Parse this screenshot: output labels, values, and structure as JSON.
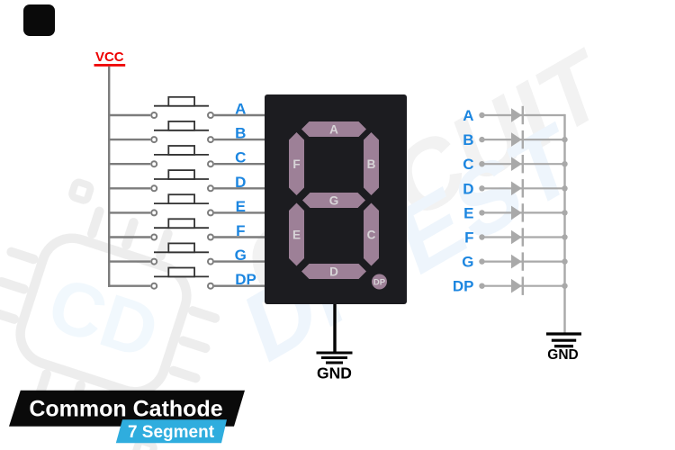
{
  "power": {
    "vcc_label": "VCC",
    "gnd_display_label": "GND",
    "gnd_led_label": "GND"
  },
  "pins": [
    "A",
    "B",
    "C",
    "D",
    "E",
    "F",
    "G",
    "DP"
  ],
  "display": {
    "segments": [
      "A",
      "B",
      "C",
      "D",
      "E",
      "F",
      "G"
    ],
    "decimal_point": "DP"
  },
  "banner": {
    "title": "Common Cathode",
    "subtitle": "7 Segment"
  },
  "watermark": {
    "word_top": "CIRCUIT",
    "word_bottom": "DIGEST",
    "monogram": "CD"
  },
  "colors": {
    "wire_left": "#7c7c7c",
    "wire_right": "#a9a9a9",
    "switch_outline": "#333333",
    "pin_label_blue": "#1c86e0",
    "vcc_red": "#ee0000",
    "display_body": "#1c1c20",
    "segment_fill": "#9d8097",
    "segment_label": "#d8d5d8",
    "banner_black": "#0a0a0a",
    "ribbon_blue": "#2fadde",
    "gnd_black": "#000000",
    "watermark_gray": "#f2f2f2",
    "watermark_blue": "#eef5fc"
  }
}
